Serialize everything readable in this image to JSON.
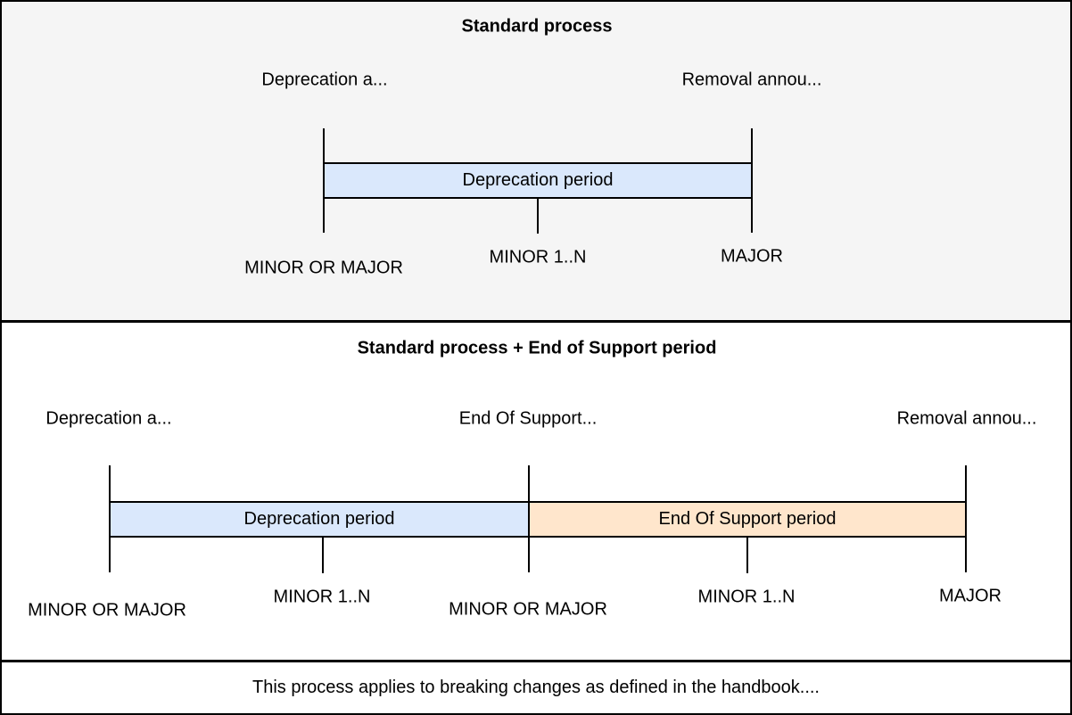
{
  "top_panel": {
    "title": "Standard process",
    "events": [
      {
        "label": "Deprecation a..."
      },
      {
        "label": "Removal annou..."
      }
    ],
    "bar_label": "Deprecation period",
    "milestones": [
      {
        "label": "MINOR OR MAJOR"
      },
      {
        "label": "MINOR 1..N"
      },
      {
        "label": "MAJOR"
      }
    ]
  },
  "bottom_panel": {
    "title": "Standard process + End of Support period",
    "events": [
      {
        "label": "Deprecation a..."
      },
      {
        "label": "End Of Support..."
      },
      {
        "label": "Removal annou..."
      }
    ],
    "bars": [
      {
        "label": "Deprecation period"
      },
      {
        "label": "End Of Support period"
      }
    ],
    "milestones": [
      {
        "label": "MINOR OR MAJOR"
      },
      {
        "label": "MINOR 1..N"
      },
      {
        "label": "MINOR OR MAJOR"
      },
      {
        "label": "MINOR 1..N"
      },
      {
        "label": "MAJOR"
      }
    ]
  },
  "footer": {
    "note": "This process applies to breaking changes as defined in the handbook...."
  },
  "colors": {
    "top_panel_bg": "#f5f5f5",
    "deprecation_fill": "#dae8fc",
    "end_of_support_fill": "#ffe6cc",
    "stroke": "#000000"
  }
}
